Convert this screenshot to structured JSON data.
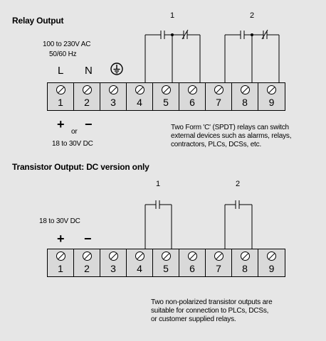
{
  "relay_section": {
    "heading": "Relay Output",
    "supply_line1": "100 to 230V AC",
    "supply_line2": "50/60 Hz",
    "label_l": "L",
    "label_n": "N",
    "relay1": "1",
    "relay2": "2",
    "terminals": [
      "1",
      "2",
      "3",
      "4",
      "5",
      "6",
      "7",
      "8",
      "9"
    ],
    "plus": "+",
    "minus": "−",
    "or": "or",
    "dc_supply": "18 to 30V DC",
    "note_lines": [
      "Two Form 'C' (SPDT) relays can switch",
      "external devices such as alarms, relays,",
      "contractors, PLCs, DCSs, etc."
    ]
  },
  "transistor_section": {
    "heading": "Transistor Output: DC version only",
    "output1": "1",
    "output2": "2",
    "dc_supply": "18 to 30V DC",
    "plus": "+",
    "minus": "−",
    "terminals": [
      "1",
      "2",
      "3",
      "4",
      "5",
      "6",
      "7",
      "8",
      "9"
    ],
    "note_lines": [
      "Two non-polarized transistor outputs are",
      "suitable for connection to PLCs, DCSs,",
      "or customer supplied relays."
    ]
  },
  "icons": {
    "ground": "ground-symbol-icon",
    "screw": "terminal-screw-icon"
  },
  "colors": {
    "background": "#e6e6e6",
    "terminal_fill": "#d9d9d9",
    "ink": "#000000"
  }
}
